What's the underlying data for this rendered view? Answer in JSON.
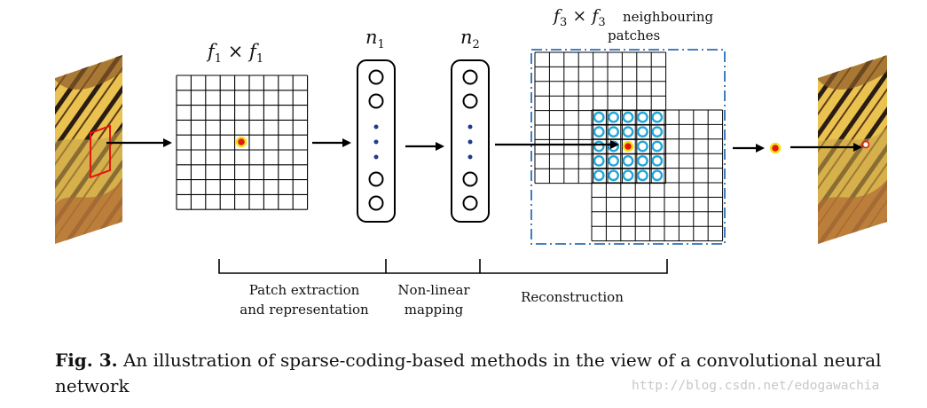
{
  "labels": {
    "f1": "f",
    "f1_sub": "1",
    "times": "×",
    "n1": "n",
    "n1_sub": "1",
    "n2": "n",
    "n2_sub": "2",
    "f3": "f",
    "f3_sub": "3",
    "neighbouring": "neighbouring",
    "patches": "patches"
  },
  "stages": [
    {
      "line1": "Patch extraction",
      "line2": "and representation"
    },
    {
      "line1": "Non-linear",
      "line2": "mapping"
    },
    {
      "line1": "Reconstruction",
      "line2": ""
    }
  ],
  "caption": {
    "bold": "Fig. 3.",
    "text": " An illustration of sparse-coding-based methods in the view of a convolutional neural network"
  },
  "watermark": "http://blog.csdn.net/edogawachia",
  "colors": {
    "patch_center": "#e8140e",
    "patch_ring": "#f3e21a",
    "neighbour_circle": "#22a6d8",
    "dashed_box": "#2b6fb6",
    "input_box": "#e8140e"
  }
}
